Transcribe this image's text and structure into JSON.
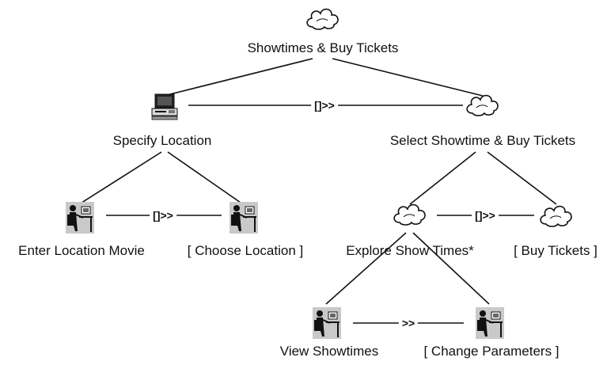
{
  "nodes": {
    "root": {
      "label": "Showtimes & Buy Tickets",
      "icon": "cloud-icon"
    },
    "specify_location": {
      "label": "Specify Location",
      "icon": "computer-icon"
    },
    "select_showtime": {
      "label": "Select Showtime & Buy Tickets",
      "icon": "cloud-icon"
    },
    "enter_location": {
      "label": "Enter Location Movie",
      "icon": "user-at-desk-icon"
    },
    "choose_location": {
      "label": "[ Choose Location ]",
      "icon": "user-at-desk-icon"
    },
    "explore_show_times": {
      "label": "Explore Show Times*",
      "icon": "cloud-icon"
    },
    "buy_tickets": {
      "label": "[ Buy Tickets ]",
      "icon": "cloud-icon"
    },
    "view_showtimes": {
      "label": "View Showtimes",
      "icon": "user-at-desk-icon"
    },
    "change_parameters": {
      "label": "[ Change Parameters ]",
      "icon": "user-at-desk-icon"
    }
  },
  "operators": {
    "level1": "[]>>",
    "location_pair": "[]>>",
    "explore_buy_pair": "[]>>",
    "view_change_pair": ">>"
  }
}
